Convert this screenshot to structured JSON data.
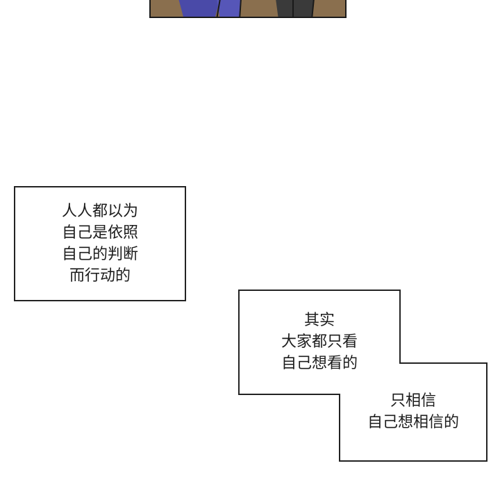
{
  "colors": {
    "ink": "#1c1c1c",
    "panel_brown": "#8a6f4e",
    "panel_blue": "#4a4aa8",
    "panel_dark": "#3a3a3a"
  },
  "caption_1": {
    "lines": [
      "人人都以为",
      "自己是依照",
      "自己的判断",
      "而行动的"
    ]
  },
  "caption_2": {
    "upper_lines": [
      "其实",
      "大家都只看",
      "自己想看的"
    ],
    "lower_lines": [
      "只相信",
      "自己想相信的"
    ]
  }
}
